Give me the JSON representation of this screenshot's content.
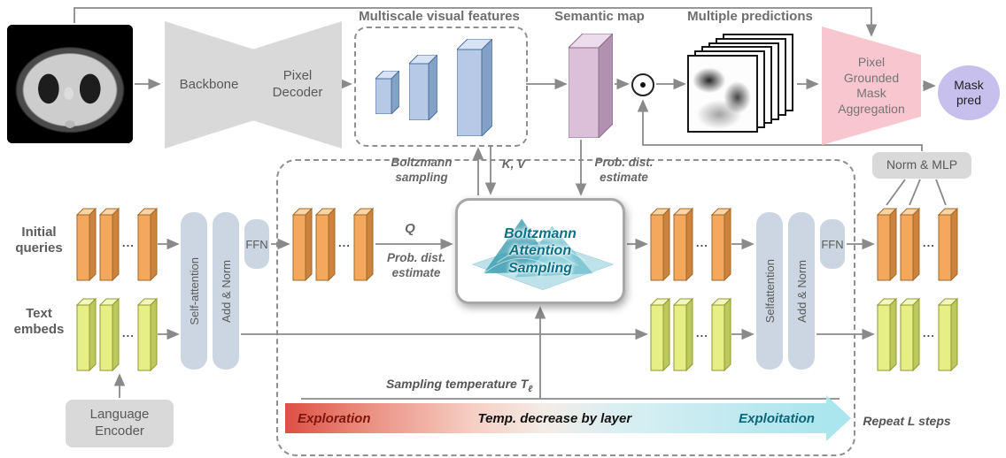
{
  "pipeline": {
    "backbone": "Backbone",
    "pixel_decoder": "Pixel Decoder",
    "multiscale_features_label": "Multiscale visual features",
    "semantic_map_label": "Semantic map",
    "multiple_predictions_label": "Multiple predictions",
    "mask_aggregation": "Pixel Grounded Mask Aggregation",
    "mask_pred": "Mask pred",
    "norm_mlp": "Norm & MLP"
  },
  "inputs": {
    "initial_queries": "Initial queries",
    "text_embeds": "Text embeds",
    "language_encoder": "Language Encoder"
  },
  "transformer": {
    "self_attention_left": "Self-attention",
    "add_norm_left": "Add & Norm",
    "ffn_left": "FFN",
    "self_attention_right": "Selfattention",
    "add_norm_right": "Add & Norm",
    "ffn_right": "FFN",
    "boltzmann_box": "Boltzmann Attention Sampling",
    "boltzmann_sampling_label": "Boltzmann sampling",
    "kv_label": "K, V",
    "q_label": "Q",
    "prob_dist_query": "Prob. dist. estimate",
    "prob_dist_semantic": "Prob. dist. estimate",
    "repeat_label": "Repeat L steps"
  },
  "temperature": {
    "label": "Sampling temperature T",
    "label_sub": "ℓ",
    "exploration": "Exploration",
    "middle": "Temp. decrease by layer",
    "exploitation": "Exploitation"
  },
  "misc": {
    "ellipsis": "..."
  }
}
